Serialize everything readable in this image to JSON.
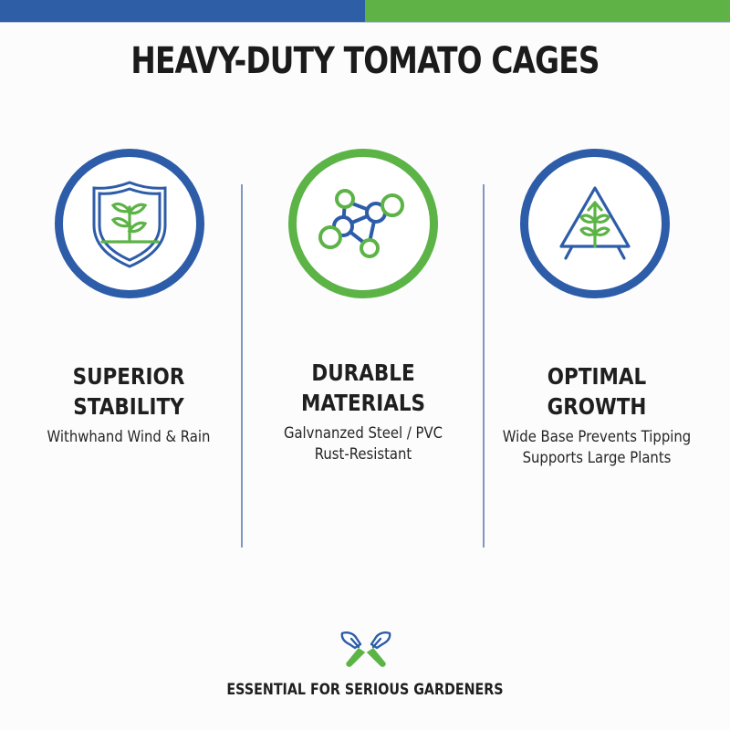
{
  "colors": {
    "brand_blue": "#2d5ca8",
    "brand_green": "#5cb346",
    "divider": "#7f97c1",
    "text": "#1f1f1f"
  },
  "header": {
    "title": "HEAVY-DUTY TOMATO CAGES"
  },
  "features": [
    {
      "icon": "shield-plant-icon",
      "ring_color": "blue",
      "title_line1": "SUPERIOR",
      "title_line2": "STABILITY",
      "desc_line1": "Withwhand Wind & Rain",
      "desc_line2": ""
    },
    {
      "icon": "molecule-network-icon",
      "ring_color": "green",
      "title_line1": "DURABLE",
      "title_line2": "MATERIALS",
      "desc_line1": "Galvnanzed Steel / PVC",
      "desc_line2": "Rust-Resistant"
    },
    {
      "icon": "triangle-cage-plant-icon",
      "ring_color": "blue",
      "title_line1": "OPTIMAL",
      "title_line2": "GROWTH",
      "desc_line1": "Wide Base Prevents Tipping",
      "desc_line2": "Supports Large Plants"
    }
  ],
  "footer": {
    "icon": "crossed-trowels-icon",
    "tagline": "ESSENTIAL FOR SERIOUS GARDENERS"
  }
}
